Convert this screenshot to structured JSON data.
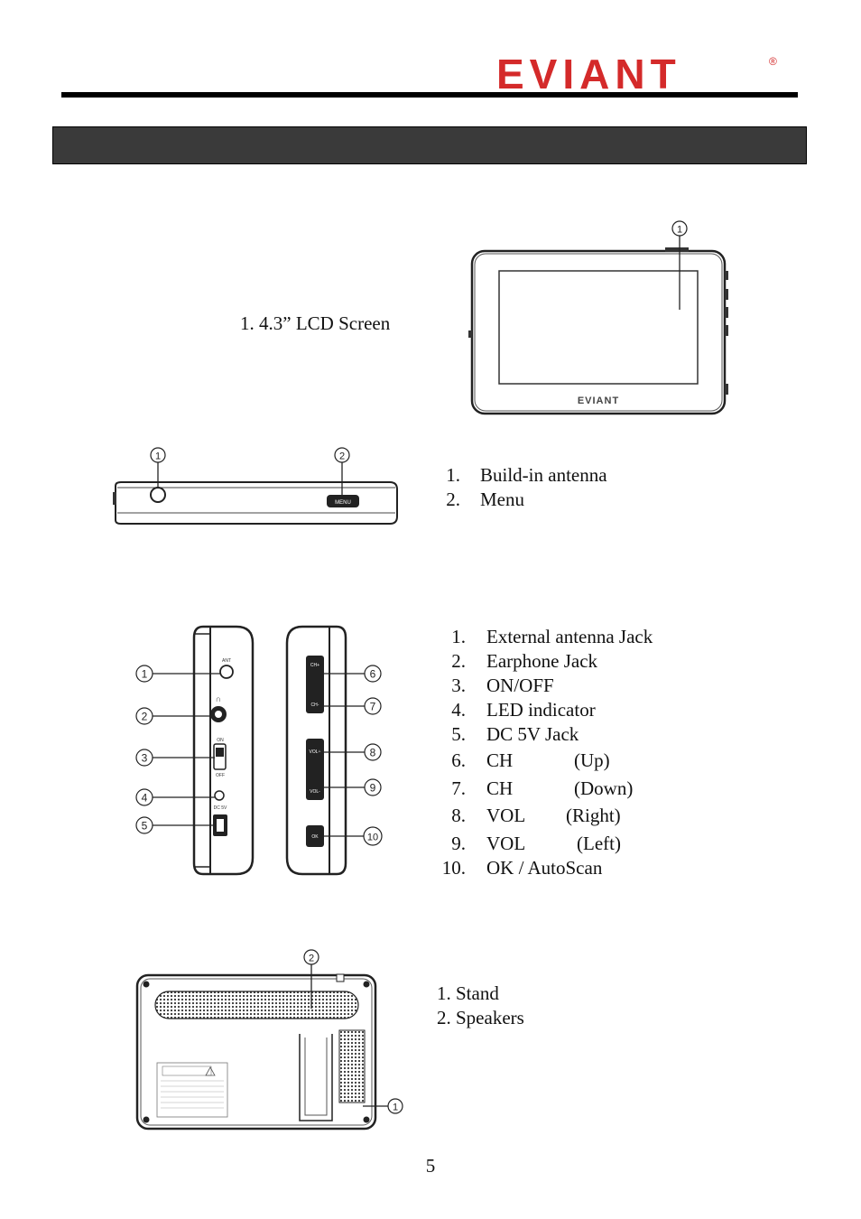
{
  "header": {
    "logo_text": "EVIANT",
    "logo_mark": "®",
    "brand_color": "#d42a2a"
  },
  "front_view": {
    "items": [
      {
        "label": "1. 4.3” LCD Screen"
      }
    ],
    "device_brand": "EVIANT"
  },
  "top_view": {
    "items": [
      {
        "num": "1.",
        "label": "Build-in antenna"
      },
      {
        "num": "2.",
        "label": "Menu"
      }
    ],
    "menu_button_label": "MENU"
  },
  "side_view": {
    "items": [
      {
        "num": "1.",
        "label": "External antenna Jack"
      },
      {
        "num": "2.",
        "label": "Earphone Jack"
      },
      {
        "num": "3.",
        "label": "ON/OFF"
      },
      {
        "num": "4.",
        "label": "LED indicator"
      },
      {
        "num": "5.",
        "label": "DC 5V Jack"
      },
      {
        "num": "6.",
        "label": "CH",
        "extra": "(Up)"
      },
      {
        "num": "7.",
        "label": "CH",
        "extra": "(Down)"
      },
      {
        "num": "8.",
        "label": "VOL",
        "extra": "(Right)"
      },
      {
        "num": "9.",
        "label": "VOL",
        "extra": "(Left)"
      },
      {
        "num": "10.",
        "label": "OK / AutoScan"
      }
    ],
    "port_labels": {
      "ant": "ANT",
      "on": "ON",
      "off": "OFF",
      "dc": "DC 5V",
      "ch_up": "CH+",
      "ch_down": "CH-",
      "vol_up": "VOL+",
      "vol_down": "VOL-",
      "ok": "OK"
    }
  },
  "back_view": {
    "items": [
      {
        "label": "1. Stand"
      },
      {
        "label": "2. Speakers"
      }
    ]
  },
  "callouts": [
    "1",
    "2",
    "3",
    "4",
    "5",
    "6",
    "7",
    "8",
    "9",
    "10"
  ],
  "footer": {
    "page_number": "5"
  }
}
